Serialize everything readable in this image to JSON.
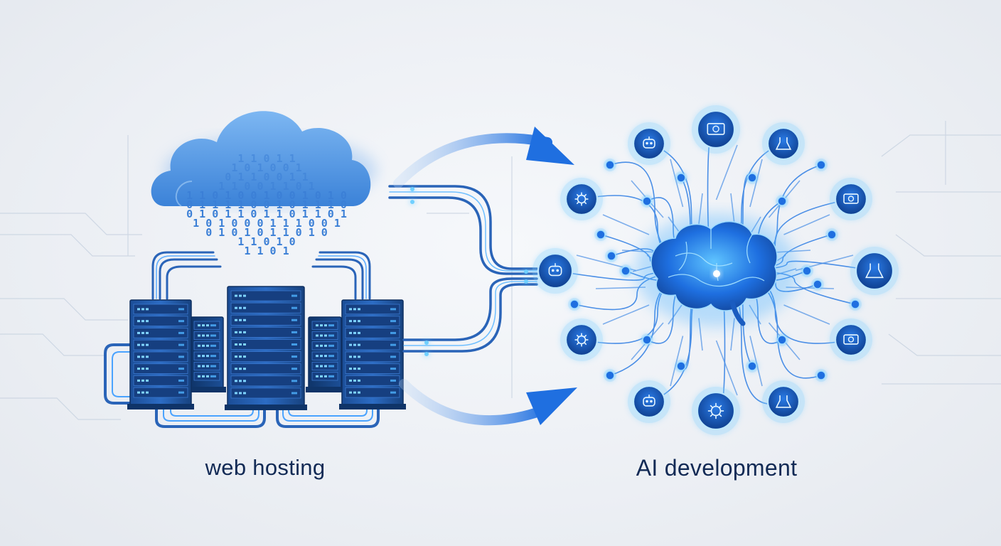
{
  "labels": {
    "left": "web hosting",
    "right": "AI development"
  },
  "binary_rows": [
    "1 1 0 1 1",
    "1 0 1 0 0 1",
    "0 1 1 0 0 1 1",
    "1 1 0 0 1 1 0 1",
    "1 1 0 1 0 0 1 0 0 1 0 1 0",
    "0 1 1 1 1 0 0 1 0 1 1 1 0",
    "0 1 0 1 1 0 1 1 0 1 1 0 1",
    "1 0 1 0 0 0 1 1 1 0 0 1",
    "0 1 0 1 0 1 1 0 1 0",
    "1 1 0 1 0",
    "1 1 0 1"
  ],
  "colors": {
    "navy": "#122a55",
    "accent": "#1f6fe0",
    "glow": "#3aa8ff",
    "cloud": "#4a90e2",
    "server": "#1a4f9c",
    "line": "#9fb6d6"
  },
  "icons": {
    "hub": "ai-brain-icon",
    "nodes": [
      "data-screen-icon",
      "server-icon",
      "robot-icon",
      "lab-flask-icon",
      "robot-face-icon",
      "network-icon",
      "settings-gear-icon",
      "chip-icon",
      "dollar-gear-icon",
      "neural-node-icon",
      "cloud-upload-icon",
      "robot-arm-icon",
      "database-icon",
      "analytics-icon"
    ]
  }
}
